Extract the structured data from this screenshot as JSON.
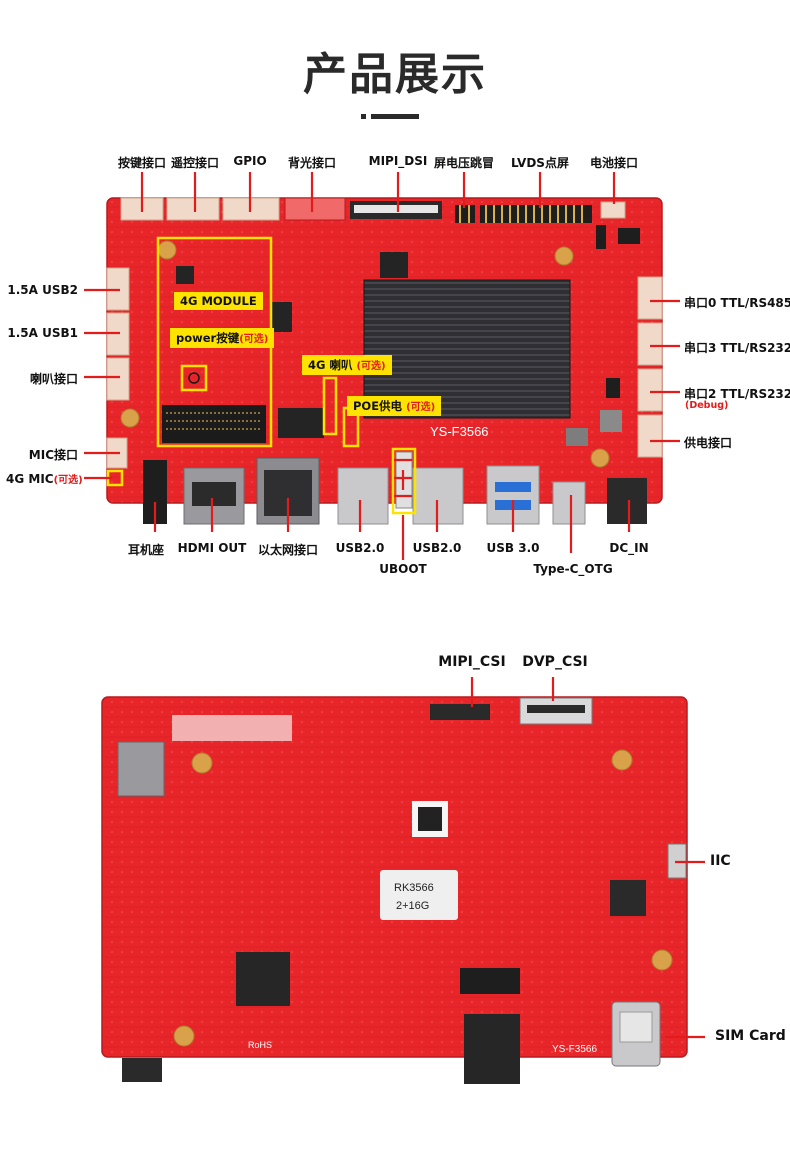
{
  "header": {
    "title": "产品展示"
  },
  "front": {
    "silk": "YS-F3566",
    "top_labels": [
      "按键接口",
      "遥控接口",
      "GPIO",
      "背光接口",
      "MIPI_DSI",
      "屏电压跳冒",
      "LVDS点屏",
      "电池接口"
    ],
    "left_labels": [
      "1.5A USB2",
      "1.5A USB1",
      "喇叭接口",
      "MIC接口",
      "4G MIC"
    ],
    "right_labels": [
      "串口0 TTL/RS485",
      "串口3 TTL/RS232",
      "串口2 TTL/RS232",
      "(Debug)",
      "供电接口"
    ],
    "bottom_labels": [
      "耳机座",
      "HDMI OUT",
      "以太网接口",
      "USB2.0",
      "USB2.0",
      "USB 3.0",
      "DC_IN",
      "UBOOT",
      "Type-C_OTG"
    ],
    "tags": {
      "module": "4G MODULE",
      "power": "power按键",
      "speaker": "4G 喇叭",
      "poe": "POE供电"
    },
    "optional": "(可选)"
  },
  "back": {
    "silk": "YS-F3566",
    "chip_label": [
      "RK3566",
      "2+16G"
    ],
    "rohs": "RoHS",
    "top_labels": [
      "MIPI_CSI",
      "DVP_CSI"
    ],
    "right_labels": [
      "IIC",
      "SIM Card"
    ]
  },
  "colors": {
    "board": "#e8262a",
    "board_dark": "#b81a1e",
    "accent": "#e21b1b",
    "tag": "#ffe300",
    "heatsink": "#2b2b30"
  }
}
